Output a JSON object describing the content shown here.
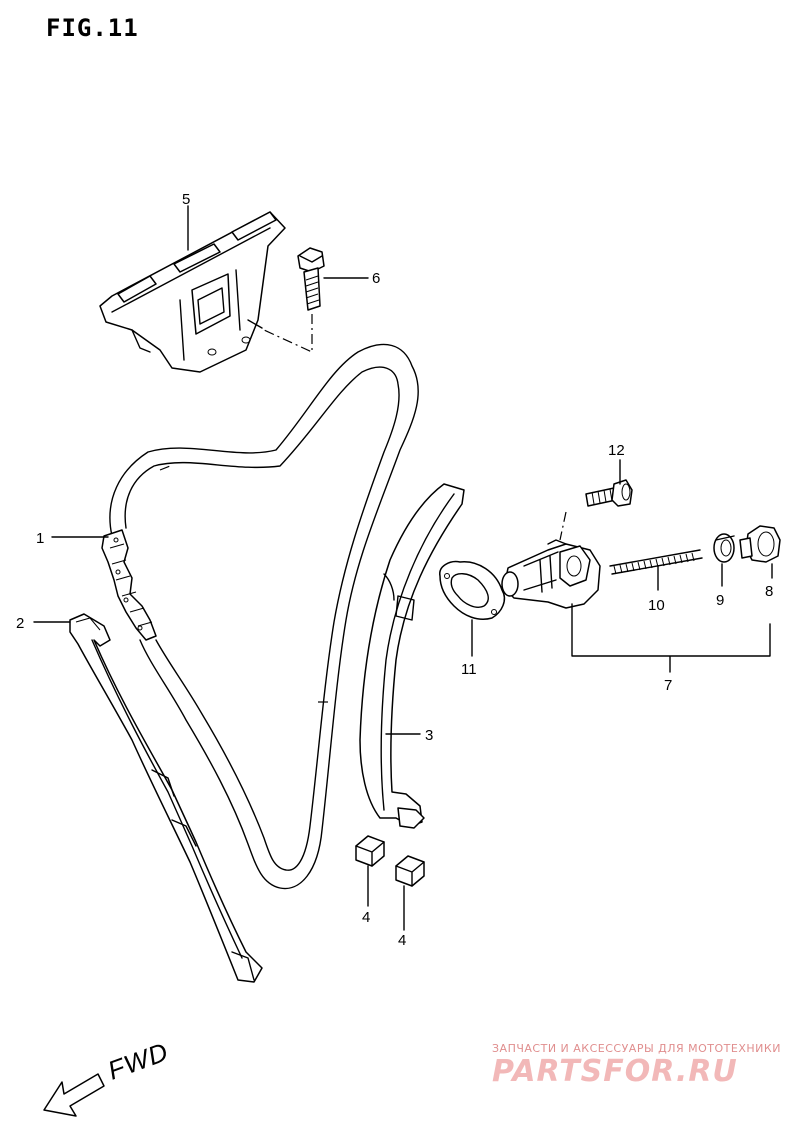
{
  "figure": {
    "title": "FIG.11"
  },
  "callouts": {
    "p1": "1",
    "p2": "2",
    "p3": "3",
    "p4a": "4",
    "p4b": "4",
    "p5": "5",
    "p6": "6",
    "p7": "7",
    "p8": "8",
    "p9": "9",
    "p10": "10",
    "p11": "11",
    "p12": "12"
  },
  "direction": {
    "label": "FWD"
  },
  "watermark": {
    "tagline": "ЗАПЧАСТИ И АКСЕССУАРЫ ДЛЯ МОТОТЕХНИКИ",
    "logo": "PARTSFOR.RU"
  },
  "colors": {
    "line": "#000000",
    "background": "#ffffff",
    "watermark": "#f2b8b8"
  }
}
